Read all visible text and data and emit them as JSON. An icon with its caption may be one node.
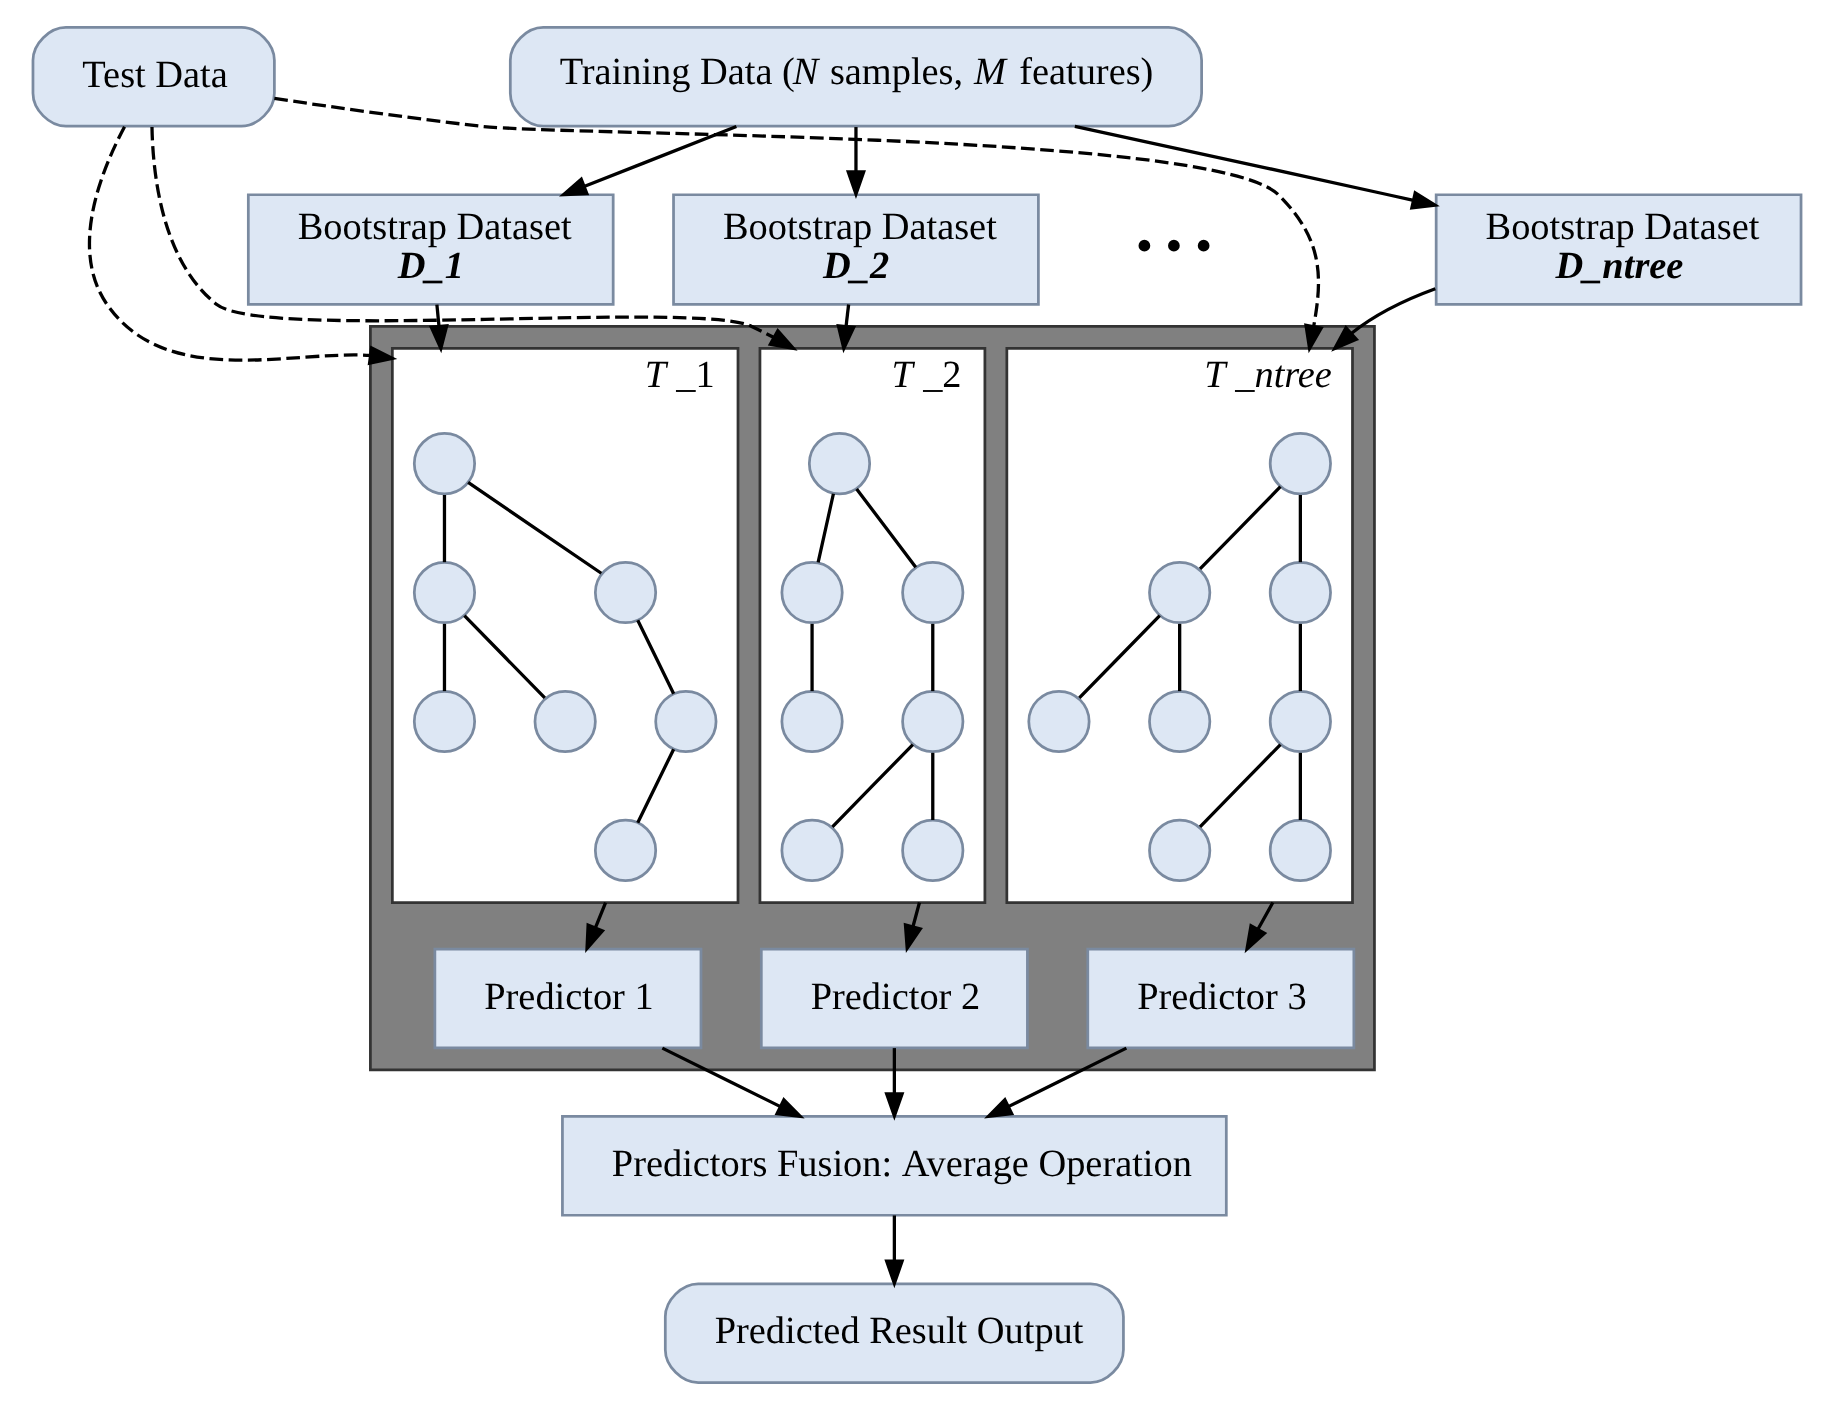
{
  "diagram": {
    "nodes": [
      {
        "text": [
          "Test Data"
        ]
      },
      {
        "text": [
          "Training Data (*N* samples, *M* features)"
        ]
      },
      {
        "text": [
          "Bootstrap Dataset",
          "D_1"
        ]
      },
      {
        "text": [
          "Bootstrap Dataset",
          "D_2"
        ]
      },
      {
        "text": [
          "Bootstrap Dataset",
          "D_ntree"
        ]
      },
      {
        "text": [],
        "shape": "box"
      },
      {
        "text": [
          "*T* _1"
        ],
        "in": 5
      },
      {
        "text": [],
        "shape": "circle",
        "in": 6
      },
      {
        "text": [],
        "shape": "circle",
        "in": 6
      },
      {
        "text": [],
        "shape": "circle",
        "in": 6
      },
      {
        "text": [],
        "shape": "circle",
        "in": 6
      },
      {
        "text": [],
        "shape": "circle",
        "in": 6
      },
      {
        "text": [],
        "shape": "circle",
        "in": 6
      },
      {
        "text": [],
        "shape": "circle",
        "in": 6
      },
      {
        "text": [
          "*T* _2"
        ],
        "in": 5
      },
      {
        "text": [],
        "shape": "circle",
        "in": 14
      },
      {
        "text": [],
        "shape": "circle",
        "in": 14
      },
      {
        "text": [],
        "shape": "circle",
        "in": 14
      },
      {
        "text": [],
        "shape": "circle",
        "in": 14
      },
      {
        "text": [],
        "shape": "circle",
        "in": 14
      },
      {
        "text": [],
        "shape": "circle",
        "in": 14
      },
      {
        "text": [],
        "shape": "circle",
        "in": 14
      },
      {
        "text": [
          "*T _ntree*"
        ],
        "in": 5
      },
      {
        "text": [],
        "shape": "circle",
        "in": 22
      },
      {
        "text": [],
        "shape": "circle",
        "in": 22
      },
      {
        "text": [],
        "shape": "circle",
        "in": 22
      },
      {
        "text": [],
        "shape": "circle",
        "in": 22
      },
      {
        "text": [],
        "shape": "circle",
        "in": 22
      },
      {
        "text": [],
        "shape": "circle",
        "in": 22
      },
      {
        "text": [],
        "shape": "circle",
        "in": 22
      },
      {
        "text": [],
        "shape": "circle",
        "in": 22
      },
      {
        "text": [
          "Predictor 1"
        ],
        "in": 5
      },
      {
        "text": [
          "Predictor 2"
        ],
        "in": 5
      },
      {
        "text": [
          "Predictor 3"
        ],
        "in": 5
      },
      {
        "text": [
          "Predictors Fusion: Average Operation"
        ]
      },
      {
        "text": [
          "Predicted Result Output"
        ]
      }
    ],
    "edges": [
      {
        "from": 1,
        "to": 2,
        "arrow": "to"
      },
      {
        "from": 1,
        "to": 3,
        "arrow": "to"
      },
      {
        "from": 1,
        "to": 4,
        "arrow": "to"
      },
      {
        "from": 0,
        "to": 6,
        "arrow": "to",
        "style": "dashed"
      },
      {
        "from": 0,
        "to": 14,
        "arrow": "to",
        "style": "dashed"
      },
      {
        "from": 0,
        "to": 22,
        "arrow": "to",
        "style": "dashed"
      },
      {
        "from": 2,
        "to": 6,
        "arrow": "to"
      },
      {
        "from": 3,
        "to": 14,
        "arrow": "to"
      },
      {
        "from": 4,
        "to": 22,
        "arrow": "to"
      },
      {
        "from": 7,
        "to": 8,
        "arrow": "none"
      },
      {
        "from": 7,
        "to": 9,
        "arrow": "none"
      },
      {
        "from": 8,
        "to": 10,
        "arrow": "none"
      },
      {
        "from": 8,
        "to": 11,
        "arrow": "none"
      },
      {
        "from": 9,
        "to": 12,
        "arrow": "none"
      },
      {
        "from": 12,
        "to": 13,
        "arrow": "none"
      },
      {
        "from": 15,
        "to": 16,
        "arrow": "none"
      },
      {
        "from": 15,
        "to": 17,
        "arrow": "none"
      },
      {
        "from": 16,
        "to": 18,
        "arrow": "none"
      },
      {
        "from": 17,
        "to": 19,
        "arrow": "none"
      },
      {
        "from": 19,
        "to": 20,
        "arrow": "none"
      },
      {
        "from": 19,
        "to": 21,
        "arrow": "none"
      },
      {
        "from": 23,
        "to": 24,
        "arrow": "none"
      },
      {
        "from": 23,
        "to": 25,
        "arrow": "none"
      },
      {
        "from": 24,
        "to": 26,
        "arrow": "none"
      },
      {
        "from": 24,
        "to": 27,
        "arrow": "none"
      },
      {
        "from": 25,
        "to": 28,
        "arrow": "none"
      },
      {
        "from": 28,
        "to": 29,
        "arrow": "none"
      },
      {
        "from": 28,
        "to": 30,
        "arrow": "none"
      },
      {
        "from": 6,
        "to": 31,
        "arrow": "to"
      },
      {
        "from": 14,
        "to": 32,
        "arrow": "to"
      },
      {
        "from": 22,
        "to": 33,
        "arrow": "to"
      },
      {
        "from": 31,
        "to": 34,
        "arrow": "to"
      },
      {
        "from": 32,
        "to": 34,
        "arrow": "to"
      },
      {
        "from": 33,
        "to": 34,
        "arrow": "to"
      },
      {
        "from": 34,
        "to": 35,
        "arrow": "to"
      }
    ],
    "labels": [
      "• • •"
    ]
  }
}
